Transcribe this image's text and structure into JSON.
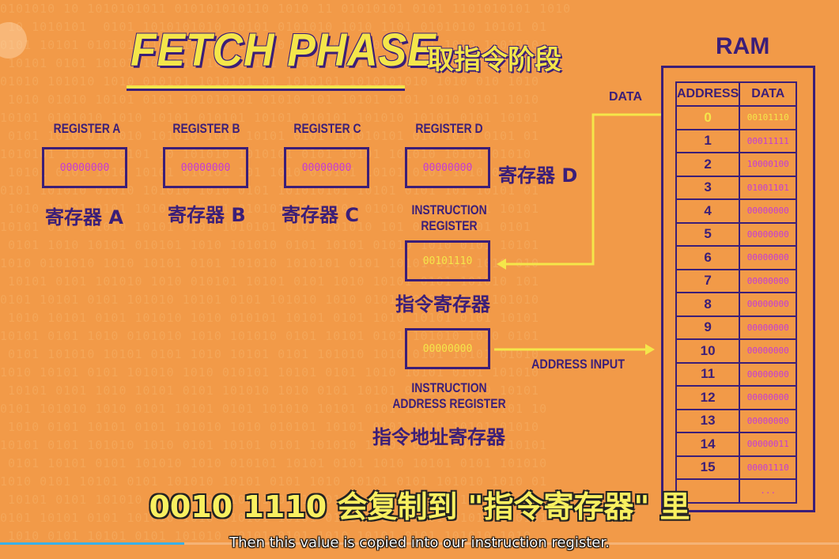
{
  "title": "FETCH PHASE",
  "title_cn": "取指令阶段",
  "registers": [
    {
      "label": "REGISTER A",
      "value": "00000000",
      "cn": "寄存器 A"
    },
    {
      "label": "REGISTER B",
      "value": "00000000",
      "cn": "寄存器 B"
    },
    {
      "label": "REGISTER C",
      "value": "00000000",
      "cn": "寄存器 C"
    },
    {
      "label": "REGISTER D",
      "value": "00000000",
      "cn": "寄存器 D"
    }
  ],
  "instruction_register": {
    "label_line1": "INSTRUCTION",
    "label_line2": "REGISTER",
    "value": "00101110",
    "cn": "指令寄存器"
  },
  "instruction_address_register": {
    "label_line1": "INSTRUCTION",
    "label_line2": "ADDRESS REGISTER",
    "value": "00000000",
    "cn": "指令地址寄存器"
  },
  "arrows": {
    "data_label": "DATA",
    "address_input_label": "ADDRESS INPUT"
  },
  "ram": {
    "title": "RAM",
    "col_address": "ADDRESS",
    "col_data": "DATA",
    "rows": [
      {
        "address": "0",
        "data": "00101110",
        "highlight": true
      },
      {
        "address": "1",
        "data": "00011111"
      },
      {
        "address": "2",
        "data": "10000100"
      },
      {
        "address": "3",
        "data": "01001101"
      },
      {
        "address": "4",
        "data": "00000000"
      },
      {
        "address": "5",
        "data": "00000000"
      },
      {
        "address": "6",
        "data": "00000000"
      },
      {
        "address": "7",
        "data": "00000000"
      },
      {
        "address": "8",
        "data": "00000000"
      },
      {
        "address": "9",
        "data": "00000000"
      },
      {
        "address": "10",
        "data": "00000000"
      },
      {
        "address": "11",
        "data": "00000000"
      },
      {
        "address": "12",
        "data": "00000000"
      },
      {
        "address": "13",
        "data": "00000000"
      },
      {
        "address": "14",
        "data": "00000011"
      },
      {
        "address": "15",
        "data": "00001110"
      },
      {
        "address": "",
        "data": "..."
      }
    ]
  },
  "subtitles": {
    "cn": "0010 1110 会复制到 \"指令寄存器\" 里",
    "en": "Then this value is copied into our instruction register."
  },
  "video_progress": 0.22,
  "colors": {
    "background": "#F29A48",
    "primary": "#3B1E78",
    "highlight": "#F4E64A",
    "value": "#C43BD6"
  }
}
